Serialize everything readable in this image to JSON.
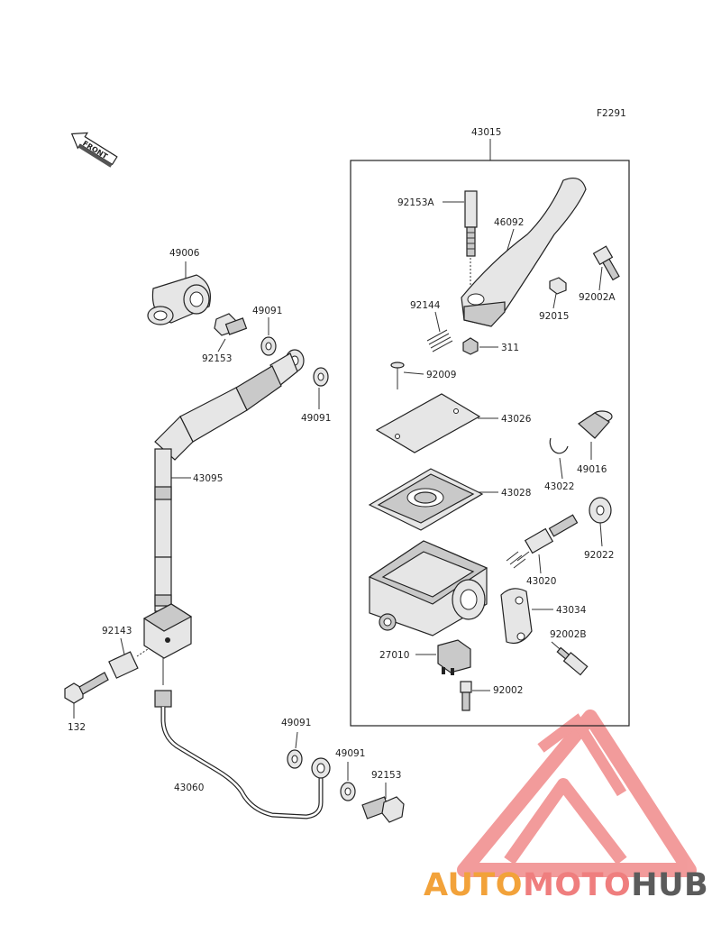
{
  "diagram": {
    "code": "F2291",
    "front_label": "FRONT",
    "parts": {
      "p43015": "43015",
      "p92153A": "92153A",
      "p46092": "46092",
      "p92002A": "92002A",
      "p92144": "92144",
      "p92015": "92015",
      "p311": "311",
      "p92009": "92009",
      "p43026": "43026",
      "p49016": "49016",
      "p43022": "43022",
      "p43028": "43028",
      "p92022": "92022",
      "p43020": "43020",
      "p43034": "43034",
      "p92002B": "92002B",
      "p27010": "27010",
      "p92002": "92002",
      "p49006": "49006",
      "p49091a": "49091",
      "p92153a": "92153",
      "p49091b": "49091",
      "p43095": "43095",
      "p92143": "92143",
      "p132": "132",
      "p49091c": "49091",
      "p49091d": "49091",
      "p92153b": "92153",
      "p43060": "43060"
    }
  },
  "watermark": {
    "part1": "AUTO",
    "part2": "MOTO",
    "part3": "HUB",
    "colors": {
      "auto": "#f2a23a",
      "moto": "#ef7e7e",
      "hub": "#5b5b5b"
    }
  }
}
